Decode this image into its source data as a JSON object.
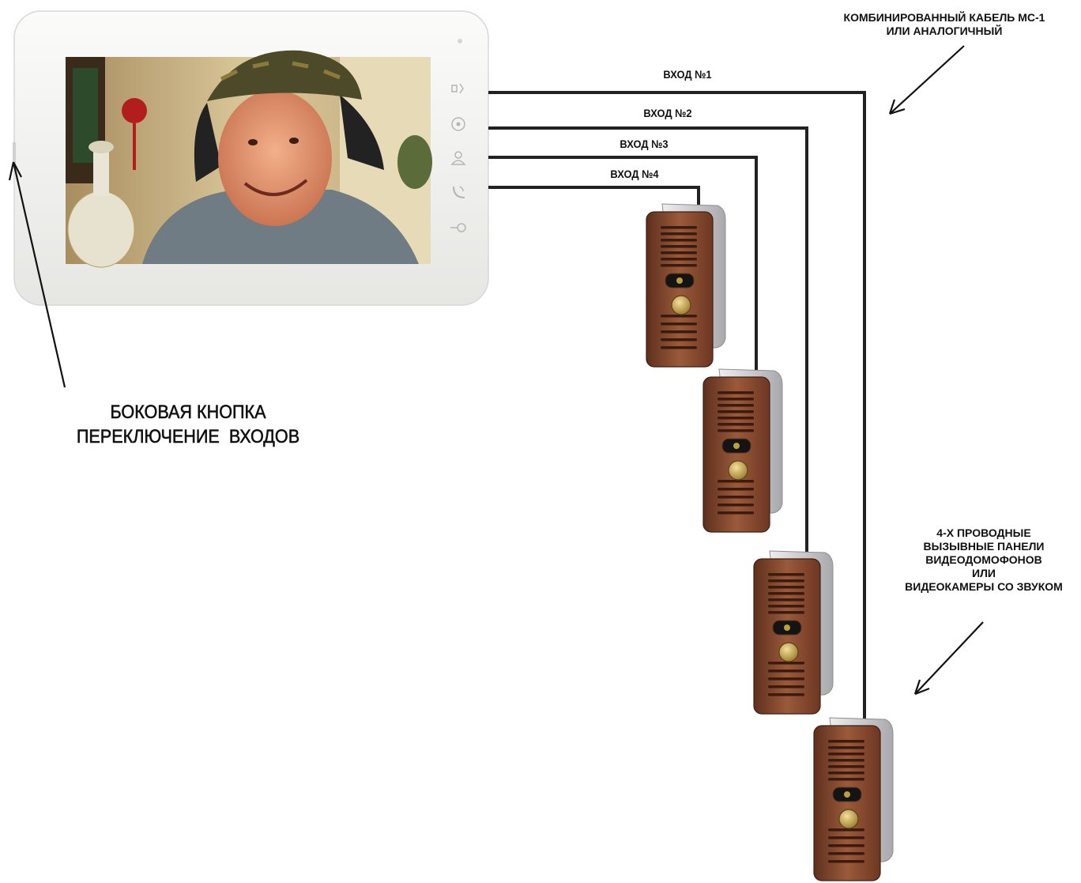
{
  "colors": {
    "wire": "#222222",
    "monitor_body": "#f3f3f1",
    "panel_copper": "#8a4a2f",
    "panel_silver": "#c9c9cc",
    "text": "#111111"
  },
  "monitor": {
    "buttons": [
      "speaker-icon",
      "record-icon",
      "user-icon",
      "phone-icon",
      "key-icon"
    ]
  },
  "inputs": [
    {
      "label": "ВХОД №1"
    },
    {
      "label": "ВХОД №2"
    },
    {
      "label": "ВХОД №3"
    },
    {
      "label": "ВХОД №4"
    }
  ],
  "cable_note": [
    "КОМБИНИРОВАННЫЙ КАБЕЛЬ МС-1",
    "ИЛИ АНАЛОГИЧНЫЙ"
  ],
  "panels_note": [
    "4-Х ПРОВОДНЫЕ",
    "ВЫЗЫВНЫЕ ПАНЕЛИ",
    "ВИДЕОДОМОФОНОВ",
    "ИЛИ",
    "ВИДЕОКАМЕРЫ СО ЗВУКОМ"
  ],
  "side_button_note": [
    "БОКОВАЯ КНОПКА",
    "ПЕРЕКЛЮЧЕНИЕ  ВХОДОВ"
  ]
}
